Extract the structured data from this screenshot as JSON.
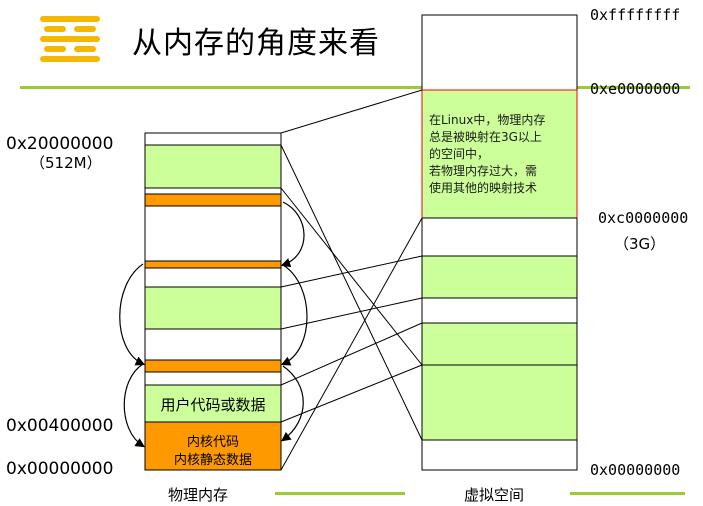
{
  "title": "从内存的角度来看",
  "physical": {
    "label": "物理内存",
    "addr_top": "0x20000000",
    "addr_top_size": "（512M）",
    "addr_mid": "0x00400000",
    "addr_bottom": "0x00000000",
    "user_block": "用户代码或数据",
    "kernel_block_line1": "内核代码",
    "kernel_block_line2": "内核静态数据"
  },
  "virtual": {
    "label": "虚拟空间",
    "addr_top": "0xffffffff",
    "addr_e": "0xe0000000",
    "addr_c": "0xc0000000",
    "addr_c_size": "（3G）",
    "addr_bottom": "0x00000000",
    "note_line1": "在Linux中，物理内存",
    "note_line2": "总是被映射在3G以上",
    "note_line3": "的空间中，",
    "note_line4": "若物理内存过大，需",
    "note_line5": "使用其他的映射技术"
  },
  "colors": {
    "light_green": "#ccff99",
    "orange": "#ff9900",
    "rule_green": "#99cc33",
    "red_outline": "#ff0000"
  }
}
